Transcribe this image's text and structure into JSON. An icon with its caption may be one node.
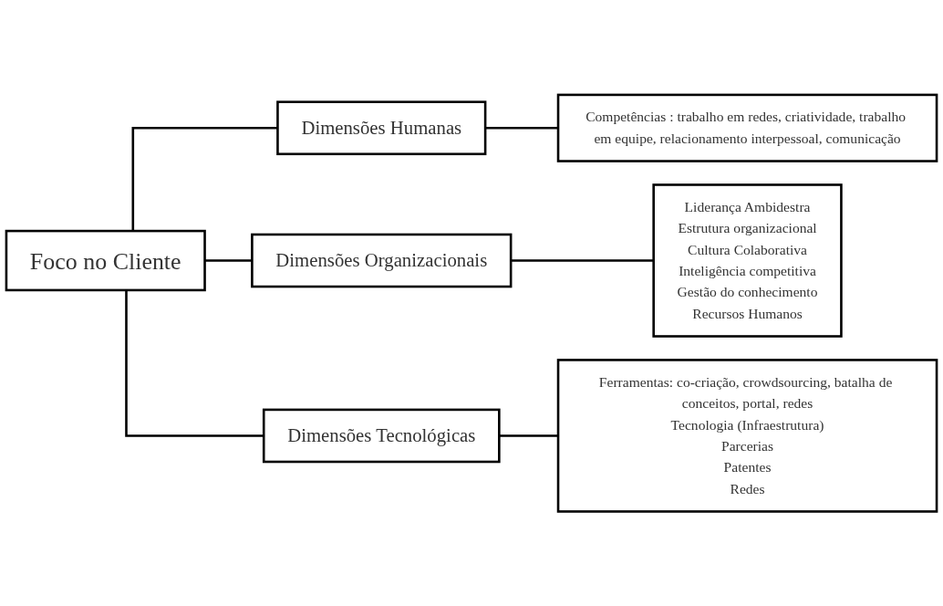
{
  "diagram": {
    "nodes": [
      {
        "text": [
          "Foco no Cliente"
        ]
      },
      {
        "text": [
          "Dimensões Humanas"
        ]
      },
      {
        "text": [
          "Dimensões Organizacionais"
        ]
      },
      {
        "text": [
          "Dimensões Tecnológicas"
        ]
      },
      {
        "text": [
          "Competências : trabalho em redes, criatividade, trabalho em equipe, relacionamento interpessoal, comunicação"
        ]
      },
      {
        "text": [
          "Liderança Ambidestra",
          "Estrutura organizacional",
          "Cultura Colaborativa",
          "Inteligência competitiva",
          "Gestão do conhecimento",
          "Recursos Humanos"
        ]
      },
      {
        "text": [
          "Ferramentas: co-criação, crowdsourcing, batalha de conceitos, portal, redes",
          "Tecnologia (Infraestrutura)",
          "Parcerias",
          "Patentes",
          "Redes"
        ]
      }
    ],
    "edges": [
      {
        "from": 0,
        "to": 1,
        "arrow": "none"
      },
      {
        "from": 0,
        "to": 2,
        "arrow": "none"
      },
      {
        "from": 0,
        "to": 3,
        "arrow": "none"
      },
      {
        "from": 1,
        "to": 4,
        "arrow": "none"
      },
      {
        "from": 2,
        "to": 5,
        "arrow": "none"
      },
      {
        "from": 3,
        "to": 6,
        "arrow": "none"
      }
    ]
  }
}
